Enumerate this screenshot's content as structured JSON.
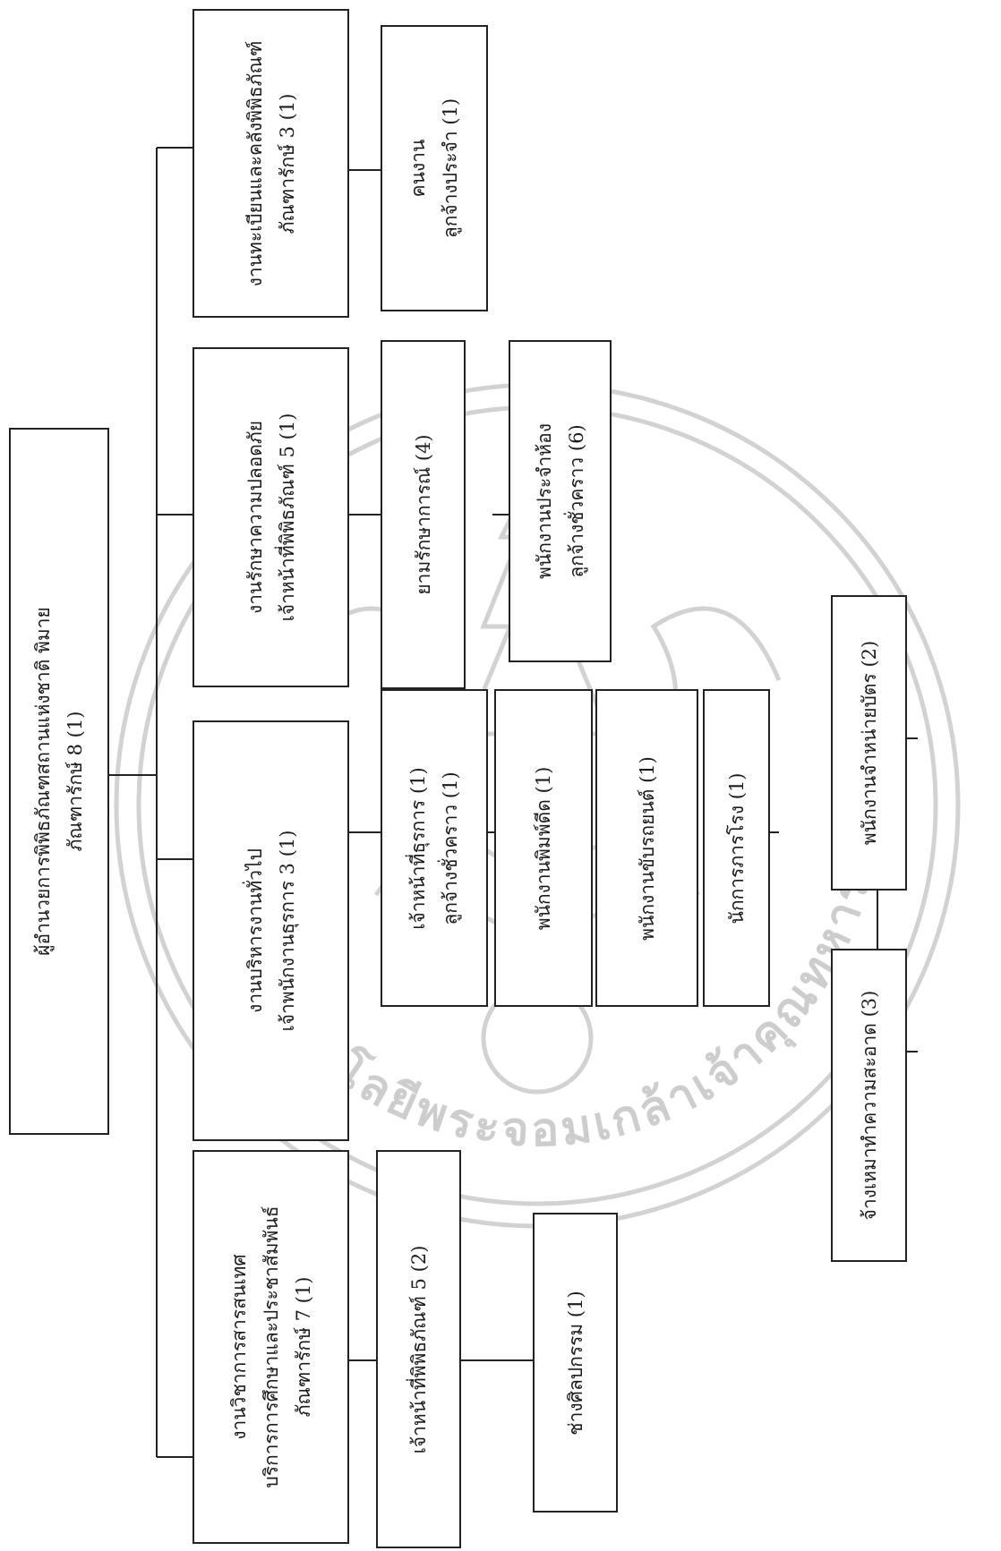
{
  "watermark": {
    "text": "สถาบันเทคโนโลยีพระจอมเกล้าเจ้าคุณทหารลาดกระบัง",
    "color": "#c9c9c9"
  },
  "org_chart": {
    "director": {
      "line1": "ผู้อำนวยการพิพิธภัณฑสถานแห่งชาติ พิมาย",
      "line2": "ภัณฑารักษ์ 8 (1)"
    },
    "divisions": [
      {
        "line1": "งานวิชาการสารสนเทศ",
        "line2": "บริการการศึกษาและประชาสัมพันธ์",
        "line3": "ภัณฑารักษ์ 7 (1)"
      },
      {
        "line1": "งานบริหารงานทั่วไป",
        "line2": "เจ้าพนักงานธุรการ 3 (1)"
      },
      {
        "line1": "งานรักษาความปลอดภัย",
        "line2": "เจ้าหน้าที่พิพิธภัณฑ์ 5 (1)"
      },
      {
        "line1": "งานทะเบียนและคลังพิพิธภัณฑ์",
        "line2": "ภัณฑารักษ์ 3 (1)"
      }
    ],
    "staff_academic": [
      {
        "line1": "เจ้าหน้าที่พิพิธภัณฑ์ 5 (2)"
      },
      {
        "line1": "ช่างศิลปกรรม (1)"
      }
    ],
    "staff_admin": [
      {
        "line1": "เจ้าหน้าที่ธุรการ (1)",
        "line2": "ลูกจ้างชั่วคราว (1)"
      },
      {
        "line1": "พนักงานพิมพ์ดีด (1)"
      },
      {
        "line1": "พนักงานขับรถยนต์ (1)"
      },
      {
        "line1": "นักการภารโรง (1)"
      }
    ],
    "staff_security": [
      {
        "line1": "ยามรักษาการณ์ (4)"
      },
      {
        "line1": "พนักงานประจำห้อง",
        "line2": "ลูกจ้างชั่วคราว (6)"
      }
    ],
    "staff_registry": [
      {
        "line1": "คนงาน",
        "line2": "ลูกจ้างประจำ (1)"
      }
    ],
    "sub_staff": [
      {
        "line1": "จ้างเหมาทำความสะอาด (3)"
      },
      {
        "line1": "พนักงานจำหน่ายบัตร (2)"
      }
    ]
  }
}
